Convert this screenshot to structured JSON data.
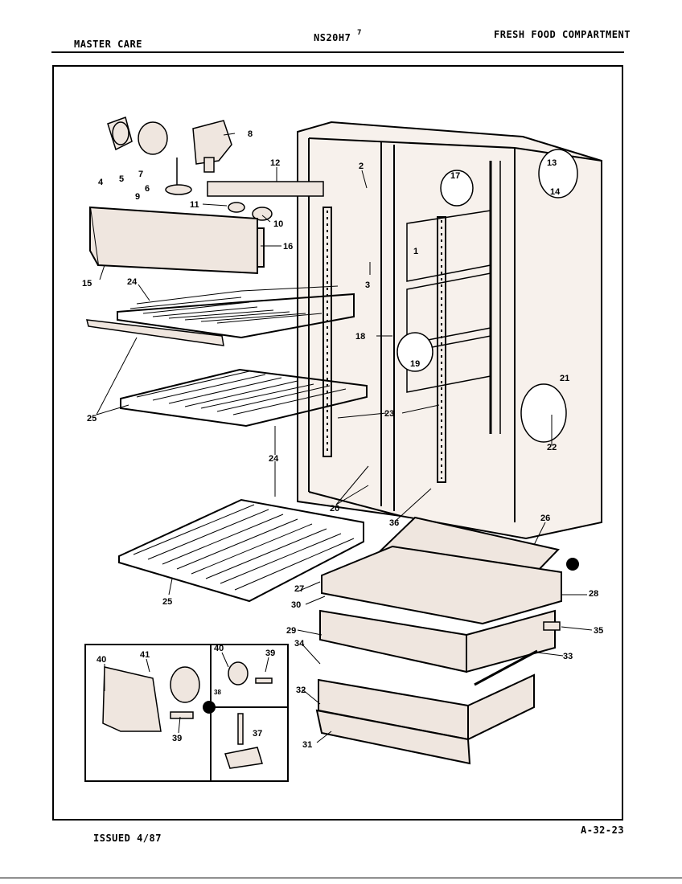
{
  "header": {
    "brand": "MASTER CARE",
    "model": "NS20H7",
    "mark": "7",
    "section": "FRESH FOOD COMPARTMENT"
  },
  "footer": {
    "issued": "ISSUED 4/87",
    "code": "A-32-23"
  },
  "part_labels": [
    "1",
    "2",
    "3",
    "4",
    "5",
    "6",
    "7",
    "8",
    "9",
    "10",
    "11",
    "12",
    "13",
    "14",
    "15",
    "16",
    "17",
    "18",
    "19",
    "20",
    "21",
    "22",
    "23",
    "24",
    "25",
    "26",
    "27",
    "28",
    "29",
    "30",
    "31",
    "32",
    "33",
    "34",
    "35",
    "36",
    "37",
    "38",
    "39",
    "40",
    "41"
  ],
  "colors": {
    "ink": "#000000",
    "paper": "#ffffff",
    "tint": "#efe6df"
  }
}
